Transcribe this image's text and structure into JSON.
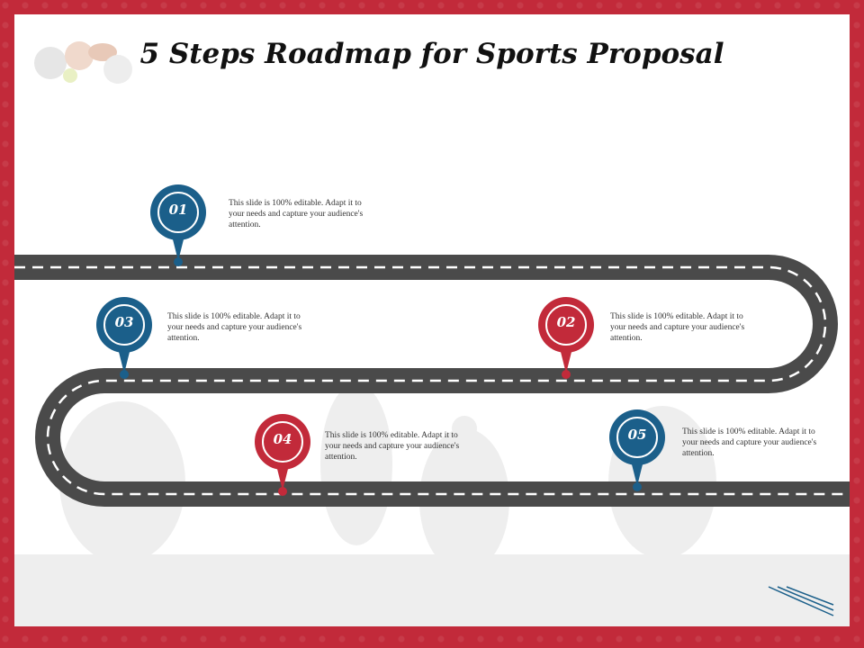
{
  "title": "5 Steps Roadmap for Sports Proposal",
  "colors": {
    "blue": "#1b5f8a",
    "red": "#c22a3a",
    "road": "#4a4a4a",
    "frame": "#c22a3a"
  },
  "steps": [
    {
      "number": "01",
      "color": "blue",
      "text": "This slide is 100% editable. Adapt it to your needs and capture your audience's attention."
    },
    {
      "number": "02",
      "color": "red",
      "text": "This slide is 100% editable. Adapt it to your needs and capture your audience's attention."
    },
    {
      "number": "03",
      "color": "blue",
      "text": "This slide is 100% editable. Adapt it to your needs and capture your audience's attention."
    },
    {
      "number": "04",
      "color": "red",
      "text": "This slide is 100% editable. Adapt it to your needs and capture your audience's attention."
    },
    {
      "number": "05",
      "color": "blue",
      "text": "This slide is 100% editable. Adapt it to your needs and capture your audience's attention."
    }
  ]
}
